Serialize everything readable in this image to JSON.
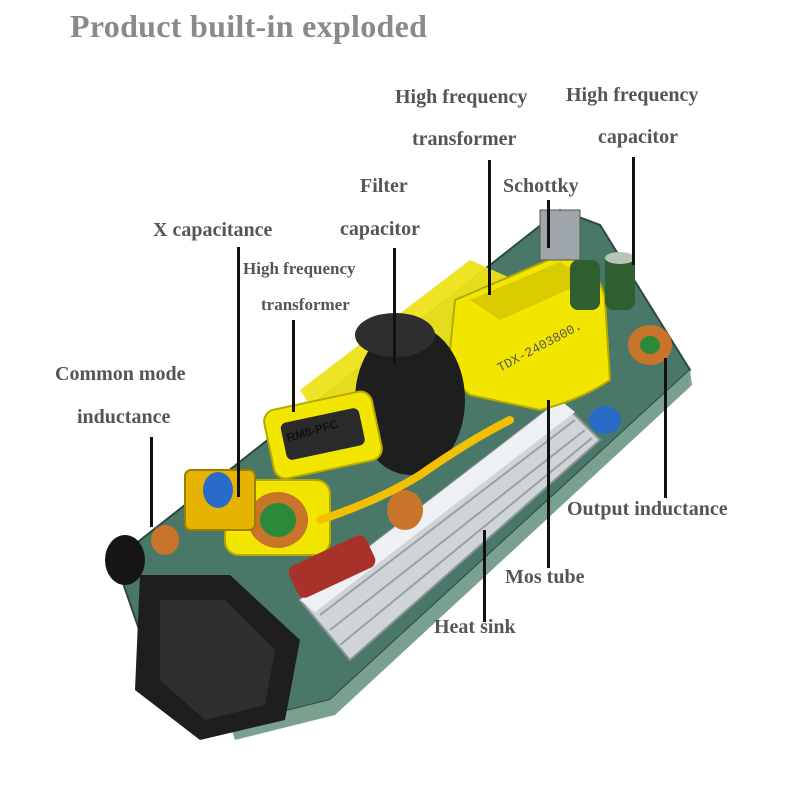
{
  "title": "Product built-in exploded",
  "labels": {
    "hf_transformer_main_1": "High frequency",
    "hf_transformer_main_2": "transformer",
    "hf_capacitor_1": "High frequency",
    "hf_capacitor_2": "capacitor",
    "filter_capacitor_1": "Filter",
    "filter_capacitor_2": "capacitor",
    "schottky": "Schottky",
    "x_capacitance": "X capacitance",
    "hf_transformer_pfc_1": "High frequency",
    "hf_transformer_pfc_2": "transformer",
    "common_mode_1": "Common mode",
    "common_mode_2": "inductance",
    "output_inductance": "Output inductance",
    "mos_tube": "Mos tube",
    "heat_sink": "Heat sink"
  },
  "component_marks": {
    "pfc_transformer": "RM8-PFC",
    "main_transformer": "TDX-2403800."
  },
  "colors": {
    "title": "#8a8a8a",
    "label": "#555555",
    "pcb": "#3a6a5a",
    "yellow_tape": "#f2e600",
    "heat_sink": "#cfd4d8"
  }
}
